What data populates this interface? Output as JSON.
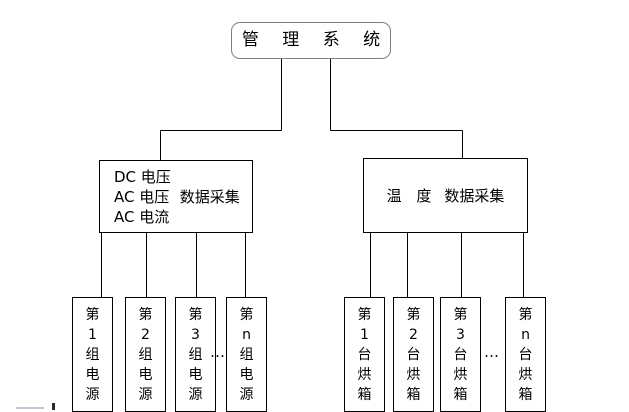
{
  "diagram": {
    "title_box": {
      "label": "管 理 系 统"
    },
    "branches": [
      {
        "name": "power-acquisition",
        "box": {
          "lines": [
            "DC 电压",
            "AC 电压",
            "AC 电流"
          ],
          "side_label": "数据采集"
        },
        "ellipsis": "…",
        "children": [
          {
            "name": "power-unit-1",
            "chars": [
              "第",
              "1",
              "组",
              "电",
              "源"
            ]
          },
          {
            "name": "power-unit-2",
            "chars": [
              "第",
              "2",
              "组",
              "电",
              "源"
            ]
          },
          {
            "name": "power-unit-3",
            "chars": [
              "第",
              "3",
              "组",
              "电",
              "源"
            ]
          },
          {
            "name": "power-unit-n",
            "chars": [
              "第",
              "n",
              "组",
              "电",
              "源"
            ]
          }
        ]
      },
      {
        "name": "temperature-acquisition",
        "box": {
          "label_primary": "温 度",
          "label_secondary": "数据采集"
        },
        "ellipsis": "…",
        "children": [
          {
            "name": "oven-1",
            "chars": [
              "第",
              "1",
              "台",
              "烘",
              "箱"
            ]
          },
          {
            "name": "oven-2",
            "chars": [
              "第",
              "2",
              "台",
              "烘",
              "箱"
            ]
          },
          {
            "name": "oven-3",
            "chars": [
              "第",
              "3",
              "台",
              "烘",
              "箱"
            ]
          },
          {
            "name": "oven-n",
            "chars": [
              "第",
              "n",
              "台",
              "烘",
              "箱"
            ]
          }
        ]
      }
    ],
    "colors": {
      "line": "#000000",
      "root_border": "#7f7f7f",
      "background": "#ffffff"
    }
  }
}
